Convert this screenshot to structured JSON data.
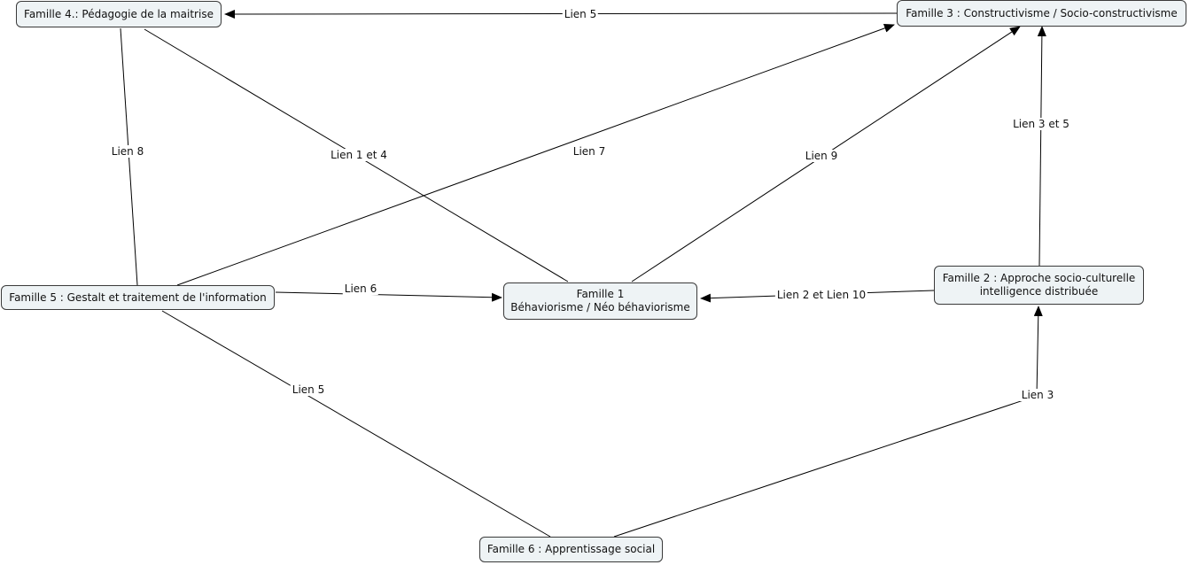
{
  "nodes": {
    "f4": {
      "text": "Famille 4.: Pédagogie de la maitrise"
    },
    "f3": {
      "text": "Famille 3 : Constructivisme / Socio-constructivisme"
    },
    "f5": {
      "text": "Famille 5 : Gestalt et traitement de l'information"
    },
    "f1": {
      "line1": "Famille 1",
      "line2": "Béhaviorisme / Néo béhaviorisme"
    },
    "f2": {
      "line1": "Famille 2 : Approche socio-culturelle",
      "line2": "intelligence distribuée"
    },
    "f6": {
      "text": "Famille 6 : Apprentissage social"
    }
  },
  "links": {
    "f3_f4": "Lien 5",
    "f4_f5": "Lien 8",
    "f4_f1": "Lien 1 et 4",
    "f5_f3": "Lien 7",
    "f1_f3": "Lien 9",
    "f2_f3": "Lien 3 et 5",
    "f5_f1": "Lien 6",
    "f2_f1": "Lien 2 et Lien 10",
    "f5_f6": "Lien 5",
    "f6_f2": "Lien 3"
  },
  "colors": {
    "line": "#000000",
    "node_fill": "#eef3f5",
    "node_border": "#3a3a3a"
  }
}
